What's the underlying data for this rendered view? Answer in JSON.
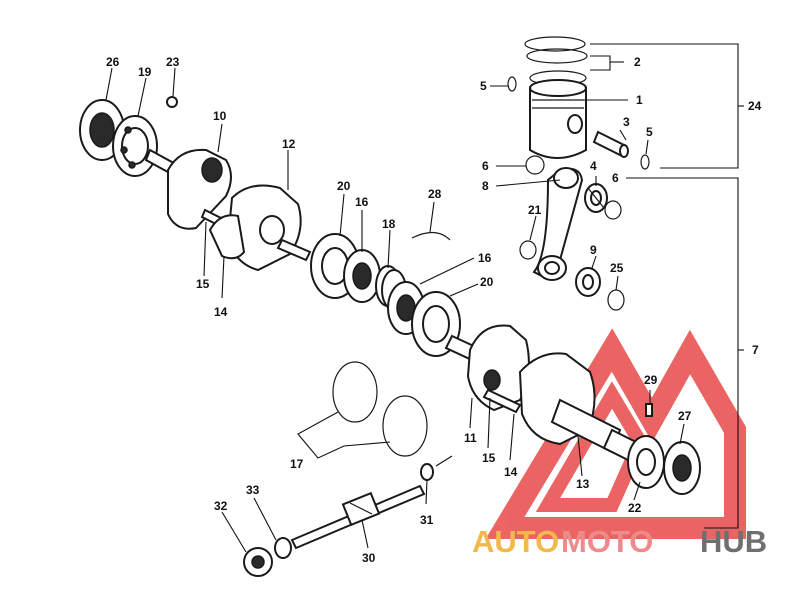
{
  "callouts": {
    "n1": "1",
    "n2": "2",
    "n3": "3",
    "n4": "4",
    "n5a": "5",
    "n5b": "5",
    "n6a": "6",
    "n6b": "6",
    "n7": "7",
    "n8": "8",
    "n9": "9",
    "n10": "10",
    "n11": "11",
    "n12": "12",
    "n13": "13",
    "n14a": "14",
    "n14b": "14",
    "n15a": "15",
    "n15b": "15",
    "n16a": "16",
    "n16b": "16",
    "n17": "17",
    "n18": "18",
    "n19": "19",
    "n20a": "20",
    "n20b": "20",
    "n21": "21",
    "n22": "22",
    "n23": "23",
    "n24": "24",
    "n25": "25",
    "n26": "26",
    "n27": "27",
    "n28": "28",
    "n29": "29",
    "n30": "30",
    "n31": "31",
    "n32": "32",
    "n33": "33"
  },
  "watermark": {
    "part1": "AUTO",
    "part2": "MOTO",
    "part3": "HUB",
    "color_primary": "#f2b84b",
    "color_secondary": "#f08a8a",
    "color_tertiary": "#6f6f6f",
    "triangle_color": "#e84a4a"
  }
}
